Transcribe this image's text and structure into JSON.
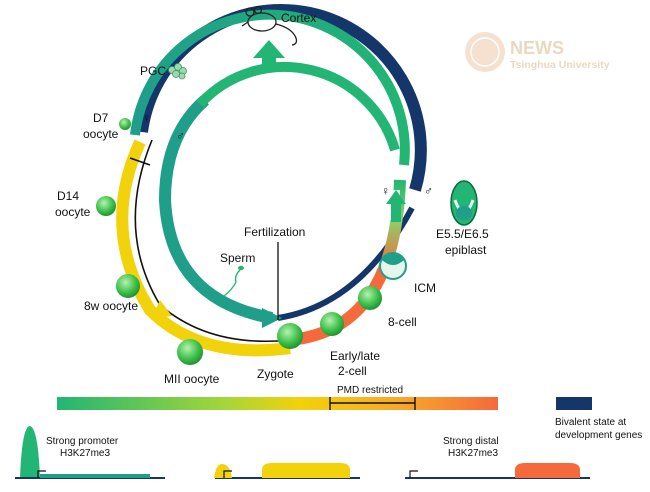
{
  "logo": {
    "name": "NEWS",
    "subtitle": "Tsinghua University"
  },
  "labels": {
    "cortex": "Cortex",
    "pgc": "PGC",
    "d7": "D7",
    "oocyte": "oocyte",
    "d14": "D14",
    "w8_oocyte": "8w oocyte",
    "mii_oocyte": "MII oocyte",
    "zygote": "Zygote",
    "fertilization": "Fertilization",
    "sperm": "Sperm",
    "early_late": "Early/late",
    "two_cell": "2-cell",
    "eight_cell": "8-cell",
    "icm": "ICM",
    "e55": "E5.5/E6.5",
    "epiblast": "epiblast",
    "female_symbol": "♀",
    "male_symbol": "♂"
  },
  "bar": {
    "pmd_label": "PMD restricted"
  },
  "legend": {
    "line1": "Bivalent state at",
    "line2": "development genes",
    "color": "#15366b"
  },
  "tracks": {
    "promoter_line1": "Strong promoter",
    "promoter_line2": "H3K27me3",
    "distal_line1": "Strong distal",
    "distal_line2": "H3K27me3"
  },
  "colors": {
    "green": "#22b573",
    "teal": "#1f9e8a",
    "yellow": "#f2d20a",
    "orange": "#f46a3c",
    "navy": "#15366b"
  }
}
